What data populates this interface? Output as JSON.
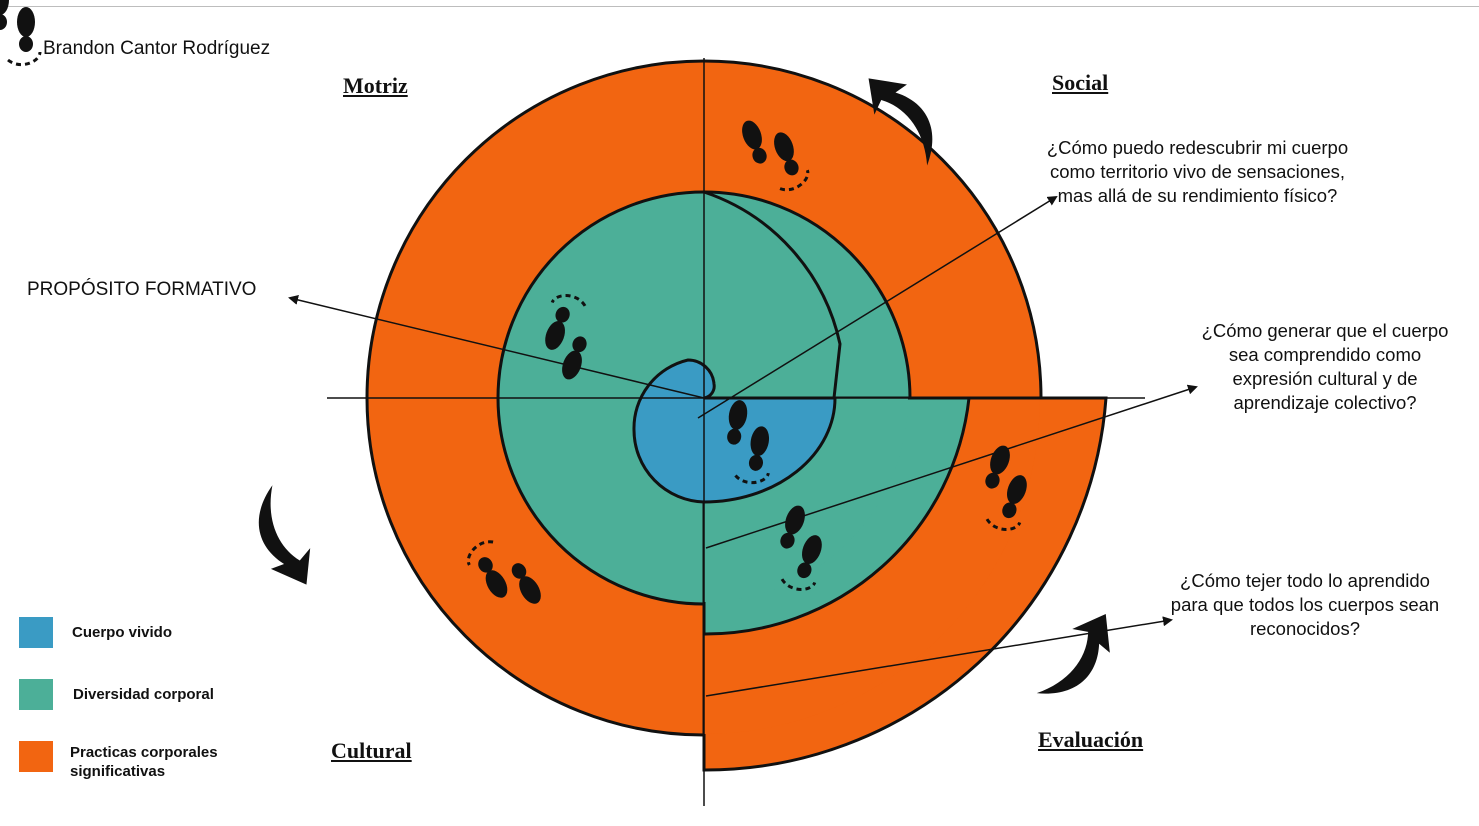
{
  "author": "Brandon Cantor Rodríguez",
  "purpose_label": "PROPÓSITO FORMATIVO",
  "dimensions": {
    "motriz": "Motriz",
    "social": "Social",
    "cultural": "Cultural",
    "evaluacion": "Evaluación"
  },
  "questions": [
    "¿Cómo puedo redescubrir mi cuerpo como territorio vivo de sensaciones, mas allá de su rendimiento físico?",
    "¿Cómo generar que el cuerpo sea comprendido como expresión cultural y de aprendizaje colectivo?",
    "¿Cómo tejer todo lo aprendido para que todos los cuerpos sean reconocidos?"
  ],
  "legend": [
    {
      "label": "Cuerpo vivido",
      "color": "#3a9bc4"
    },
    {
      "label": "Diversidad corporal",
      "color": "#4caf98"
    },
    {
      "label": "Practicas corporales significativas",
      "color": "#f26511"
    }
  ],
  "colors": {
    "blue": "#3a9bc4",
    "teal": "#4caf98",
    "orange": "#f26511",
    "ink": "#111111"
  }
}
